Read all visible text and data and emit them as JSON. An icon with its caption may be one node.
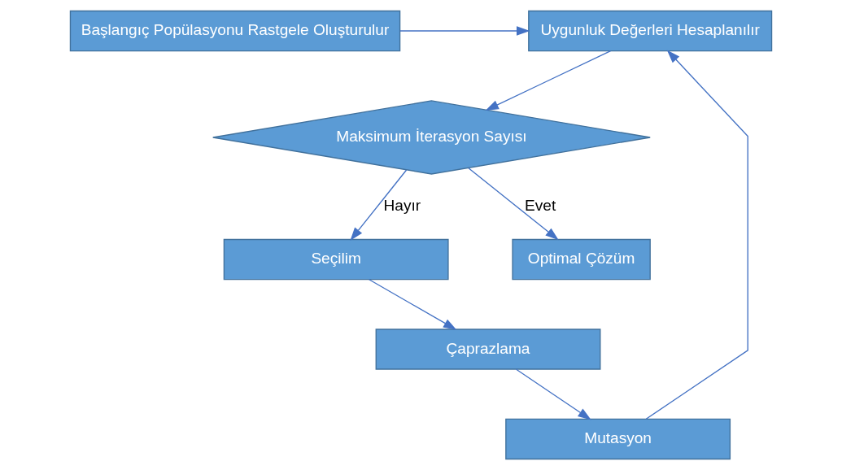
{
  "diagram": {
    "nodes": [
      {
        "text": [
          "Başlangıç Popülasyonu Rastgele Oluşturulur"
        ]
      },
      {
        "text": [
          "Uygunluk Değerleri Hesaplanılır"
        ]
      },
      {
        "text": [
          "Mutasyon"
        ]
      },
      {
        "text": [
          "Çaprazlama"
        ]
      },
      {
        "text": [
          "Seçilim"
        ]
      },
      {
        "text": [
          "Maksimum İterasyon Sayısı"
        ]
      },
      {
        "text": [
          "Optimal Çözüm"
        ]
      }
    ],
    "edges": [
      {
        "from": 0,
        "to": 1,
        "arrow": "to"
      },
      {
        "from": 2,
        "to": 1,
        "arrow": "to"
      },
      {
        "from": 1,
        "to": 5,
        "arrow": "to"
      },
      {
        "from": 5,
        "to": 4,
        "arrow": "to",
        "label": "Hayır"
      },
      {
        "from": 4,
        "to": 3,
        "arrow": "to"
      },
      {
        "from": 3,
        "to": 2,
        "arrow": "to"
      },
      {
        "from": 5,
        "to": 6,
        "arrow": "to",
        "label": "Evet"
      }
    ]
  }
}
